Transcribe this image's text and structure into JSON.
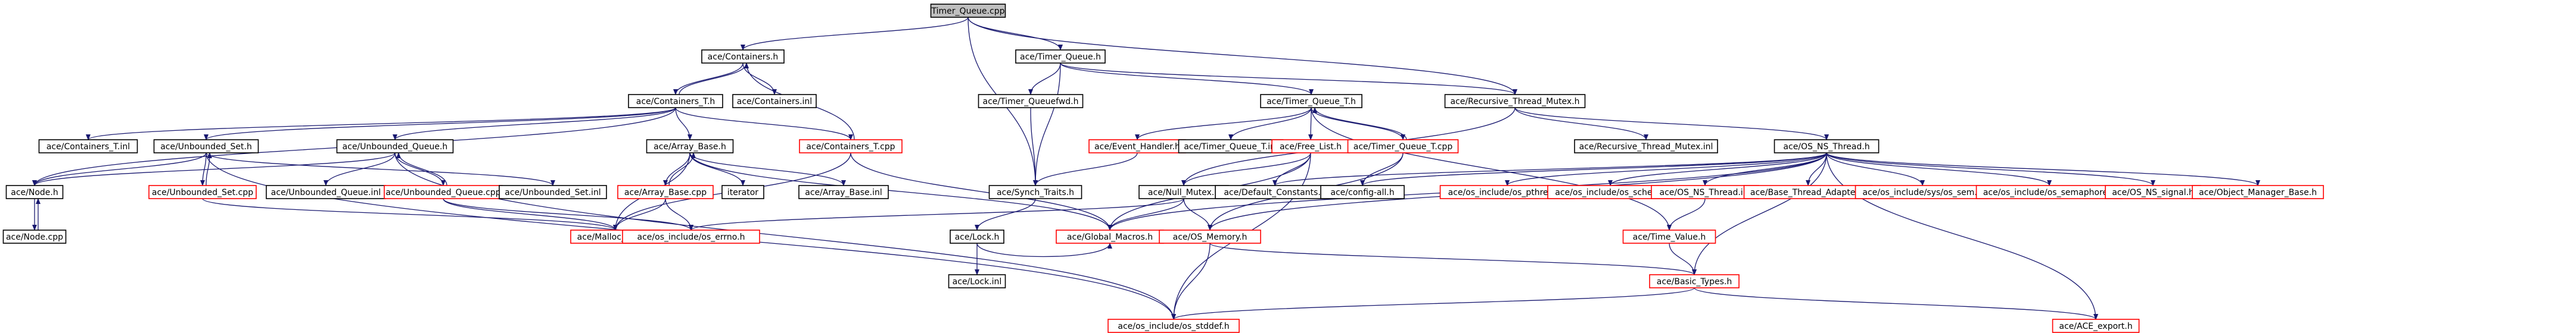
{
  "colors": {
    "root_fill": "#bfbfbf",
    "node_fill": "#ffffff",
    "documented_border": "#000000",
    "undocumented_border": "#ff0000",
    "edge": "#191970"
  },
  "nodes": [
    {
      "id": "timer_queue_cpp",
      "label": "Timer_Queue.cpp",
      "kind": "root"
    },
    {
      "id": "containers_h",
      "label": "ace/Containers.h",
      "kind": "documented"
    },
    {
      "id": "containers_t_h",
      "label": "ace/Containers_T.h",
      "kind": "documented"
    },
    {
      "id": "containers_inl",
      "label": "ace/Containers.inl",
      "kind": "documented"
    },
    {
      "id": "containers_t_inl",
      "label": "ace/Containers_T.inl",
      "kind": "documented"
    },
    {
      "id": "unbounded_set_h",
      "label": "ace/Unbounded_Set.h",
      "kind": "documented"
    },
    {
      "id": "unbounded_queue_h",
      "label": "ace/Unbounded_Queue.h",
      "kind": "documented"
    },
    {
      "id": "array_base_h",
      "label": "ace/Array_Base.h",
      "kind": "documented"
    },
    {
      "id": "containers_t_cpp",
      "label": "ace/Containers_T.cpp",
      "kind": "undocumented"
    },
    {
      "id": "node_h",
      "label": "ace/Node.h",
      "kind": "documented"
    },
    {
      "id": "node_cpp",
      "label": "ace/Node.cpp",
      "kind": "documented"
    },
    {
      "id": "unbounded_set_cpp",
      "label": "ace/Unbounded_Set.cpp",
      "kind": "undocumented"
    },
    {
      "id": "unbounded_queue_inl",
      "label": "ace/Unbounded_Queue.inl",
      "kind": "documented"
    },
    {
      "id": "unbounded_queue_cpp",
      "label": "ace/Unbounded_Queue.cpp",
      "kind": "undocumented"
    },
    {
      "id": "unbounded_set_inl",
      "label": "ace/Unbounded_Set.inl",
      "kind": "documented"
    },
    {
      "id": "array_base_cpp",
      "label": "ace/Array_Base.cpp",
      "kind": "undocumented"
    },
    {
      "id": "iterator",
      "label": "iterator",
      "kind": "documented"
    },
    {
      "id": "array_base_inl",
      "label": "ace/Array_Base.inl",
      "kind": "documented"
    },
    {
      "id": "malloc_base_h",
      "label": "ace/Malloc_Base.h",
      "kind": "undocumented"
    },
    {
      "id": "os_errno_h",
      "label": "ace/os_include/os_errno.h",
      "kind": "undocumented"
    },
    {
      "id": "timer_queue_h",
      "label": "ace/Timer_Queue.h",
      "kind": "documented"
    },
    {
      "id": "timer_queuefwd_h",
      "label": "ace/Timer_Queuefwd.h",
      "kind": "documented"
    },
    {
      "id": "timer_queue_t_h",
      "label": "ace/Timer_Queue_T.h",
      "kind": "documented"
    },
    {
      "id": "synch_traits_h",
      "label": "ace/Synch_Traits.h",
      "kind": "documented"
    },
    {
      "id": "event_handler_h",
      "label": "ace/Event_Handler.h",
      "kind": "undocumented"
    },
    {
      "id": "timer_queue_t_inl",
      "label": "ace/Timer_Queue_T.inl",
      "kind": "documented"
    },
    {
      "id": "free_list_h",
      "label": "ace/Free_List.h",
      "kind": "undocumented"
    },
    {
      "id": "timer_queue_t_cpp",
      "label": "ace/Timer_Queue_T.cpp",
      "kind": "undocumented"
    },
    {
      "id": "lock_h",
      "label": "ace/Lock.h",
      "kind": "documented"
    },
    {
      "id": "lock_inl",
      "label": "ace/Lock.inl",
      "kind": "documented"
    },
    {
      "id": "global_macros_h",
      "label": "ace/Global_Macros.h",
      "kind": "undocumented"
    },
    {
      "id": "null_mutex_h",
      "label": "ace/Null_Mutex.h",
      "kind": "documented"
    },
    {
      "id": "default_constants_h",
      "label": "ace/Default_Constants.h",
      "kind": "documented"
    },
    {
      "id": "config_all_h",
      "label": "ace/config-all.h",
      "kind": "documented"
    },
    {
      "id": "os_memory_h",
      "label": "ace/OS_Memory.h",
      "kind": "undocumented"
    },
    {
      "id": "os_stddef_h",
      "label": "ace/os_include/os_stddef.h",
      "kind": "undocumented"
    },
    {
      "id": "recursive_thread_mutex_h",
      "label": "ace/Recursive_Thread_Mutex.h",
      "kind": "documented"
    },
    {
      "id": "recursive_thread_mutex_inl",
      "label": "ace/Recursive_Thread_Mutex.inl",
      "kind": "documented"
    },
    {
      "id": "os_ns_thread_h",
      "label": "ace/OS_NS_Thread.h",
      "kind": "documented"
    },
    {
      "id": "os_pthread_h",
      "label": "ace/os_include/os_pthread.h",
      "kind": "undocumented"
    },
    {
      "id": "os_sched_h",
      "label": "ace/os_include/os_sched.h",
      "kind": "undocumented"
    },
    {
      "id": "os_ns_thread_inl",
      "label": "ace/OS_NS_Thread.inl",
      "kind": "undocumented"
    },
    {
      "id": "base_thread_adapter_h",
      "label": "ace/Base_Thread_Adapter.h",
      "kind": "undocumented"
    },
    {
      "id": "sys_os_sem_h",
      "label": "ace/os_include/sys/os_sem.h",
      "kind": "undocumented"
    },
    {
      "id": "os_semaphore_h",
      "label": "ace/os_include/os_semaphore.h",
      "kind": "undocumented"
    },
    {
      "id": "os_ns_signal_h",
      "label": "ace/OS_NS_signal.h",
      "kind": "undocumented"
    },
    {
      "id": "object_manager_base_h",
      "label": "ace/Object_Manager_Base.h",
      "kind": "undocumented"
    },
    {
      "id": "time_value_h",
      "label": "ace/Time_Value.h",
      "kind": "undocumented"
    },
    {
      "id": "basic_types_h",
      "label": "ace/Basic_Types.h",
      "kind": "undocumented"
    },
    {
      "id": "ace_export_h",
      "label": "ace/ACE_export.h",
      "kind": "undocumented"
    }
  ],
  "edges": [
    [
      "timer_queue_cpp",
      "containers_h"
    ],
    [
      "timer_queue_cpp",
      "timer_queue_h"
    ],
    [
      "timer_queue_cpp",
      "synch_traits_h"
    ],
    [
      "timer_queue_cpp",
      "recursive_thread_mutex_h"
    ],
    [
      "containers_h",
      "containers_t_h"
    ],
    [
      "containers_h",
      "containers_inl"
    ],
    [
      "containers_t_h",
      "containers_h"
    ],
    [
      "containers_t_h",
      "containers_t_inl"
    ],
    [
      "containers_t_h",
      "unbounded_set_h"
    ],
    [
      "containers_t_h",
      "unbounded_queue_h"
    ],
    [
      "containers_t_h",
      "array_base_h"
    ],
    [
      "containers_t_h",
      "containers_t_cpp"
    ],
    [
      "containers_t_h",
      "node_h"
    ],
    [
      "containers_t_cpp",
      "containers_h"
    ],
    [
      "containers_t_cpp",
      "malloc_base_h"
    ],
    [
      "containers_t_cpp",
      "global_macros_h"
    ],
    [
      "unbounded_set_h",
      "node_h"
    ],
    [
      "unbounded_set_h",
      "unbounded_set_cpp"
    ],
    [
      "unbounded_set_h",
      "unbounded_set_inl"
    ],
    [
      "unbounded_set_h",
      "os_stddef_h"
    ],
    [
      "unbounded_set_cpp",
      "unbounded_set_h"
    ],
    [
      "unbounded_set_cpp",
      "malloc_base_h"
    ],
    [
      "node_h",
      "node_cpp"
    ],
    [
      "node_cpp",
      "node_h"
    ],
    [
      "unbounded_queue_h",
      "node_h"
    ],
    [
      "unbounded_queue_h",
      "unbounded_queue_inl"
    ],
    [
      "unbounded_queue_h",
      "unbounded_queue_cpp"
    ],
    [
      "unbounded_queue_h",
      "os_stddef_h"
    ],
    [
      "unbounded_queue_cpp",
      "unbounded_queue_h"
    ],
    [
      "unbounded_queue_cpp",
      "malloc_base_h"
    ],
    [
      "unbounded_queue_cpp",
      "os_errno_h"
    ],
    [
      "array_base_h",
      "array_base_cpp"
    ],
    [
      "array_base_h",
      "iterator"
    ],
    [
      "array_base_h",
      "array_base_inl"
    ],
    [
      "array_base_h",
      "malloc_base_h"
    ],
    [
      "array_base_h",
      "global_macros_h"
    ],
    [
      "array_base_cpp",
      "array_base_h"
    ],
    [
      "array_base_cpp",
      "malloc_base_h"
    ],
    [
      "array_base_cpp",
      "os_errno_h"
    ],
    [
      "timer_queue_h",
      "timer_queuefwd_h"
    ],
    [
      "timer_queue_h",
      "timer_queue_t_h"
    ],
    [
      "timer_queue_h",
      "synch_traits_h"
    ],
    [
      "timer_queue_h",
      "recursive_thread_mutex_h"
    ],
    [
      "timer_queuefwd_h",
      "synch_traits_h"
    ],
    [
      "timer_queue_t_h",
      "event_handler_h"
    ],
    [
      "timer_queue_t_h",
      "timer_queue_t_inl"
    ],
    [
      "timer_queue_t_h",
      "free_list_h"
    ],
    [
      "timer_queue_t_h",
      "timer_queue_t_cpp"
    ],
    [
      "timer_queue_t_h",
      "time_value_h"
    ],
    [
      "timer_queue_t_cpp",
      "timer_queue_t_h"
    ],
    [
      "timer_queue_t_cpp",
      "config_all_h"
    ],
    [
      "timer_queue_t_cpp",
      "os_memory_h"
    ],
    [
      "free_list_h",
      "global_macros_h"
    ],
    [
      "free_list_h",
      "null_mutex_h"
    ],
    [
      "free_list_h",
      "default_constants_h"
    ],
    [
      "free_list_h",
      "os_stddef_h"
    ],
    [
      "event_handler_h",
      "synch_traits_h"
    ],
    [
      "synch_traits_h",
      "lock_h"
    ],
    [
      "lock_h",
      "lock_inl"
    ],
    [
      "lock_h",
      "global_macros_h"
    ],
    [
      "null_mutex_h",
      "os_errno_h"
    ],
    [
      "null_mutex_h",
      "global_macros_h"
    ],
    [
      "null_mutex_h",
      "os_memory_h"
    ],
    [
      "os_memory_h",
      "basic_types_h"
    ],
    [
      "os_memory_h",
      "os_stddef_h"
    ],
    [
      "recursive_thread_mutex_h",
      "recursive_thread_mutex_inl"
    ],
    [
      "recursive_thread_mutex_h",
      "os_ns_thread_h"
    ],
    [
      "recursive_thread_mutex_h",
      "null_mutex_h"
    ],
    [
      "os_ns_thread_h",
      "default_constants_h"
    ],
    [
      "os_ns_thread_h",
      "config_all_h"
    ],
    [
      "os_ns_thread_h",
      "os_pthread_h"
    ],
    [
      "os_ns_thread_h",
      "os_sched_h"
    ],
    [
      "os_ns_thread_h",
      "os_ns_thread_inl"
    ],
    [
      "os_ns_thread_h",
      "base_thread_adapter_h"
    ],
    [
      "os_ns_thread_h",
      "sys_os_sem_h"
    ],
    [
      "os_ns_thread_h",
      "os_semaphore_h"
    ],
    [
      "os_ns_thread_h",
      "os_ns_signal_h"
    ],
    [
      "os_ns_thread_h",
      "object_manager_base_h"
    ],
    [
      "os_ns_thread_h",
      "global_macros_h"
    ],
    [
      "os_ns_thread_h",
      "os_memory_h"
    ],
    [
      "os_ns_thread_h",
      "ace_export_h"
    ],
    [
      "os_ns_thread_h",
      "basic_types_h"
    ],
    [
      "os_ns_thread_inl",
      "time_value_h"
    ],
    [
      "time_value_h",
      "basic_types_h"
    ],
    [
      "basic_types_h",
      "os_stddef_h"
    ],
    [
      "basic_types_h",
      "ace_export_h"
    ]
  ]
}
